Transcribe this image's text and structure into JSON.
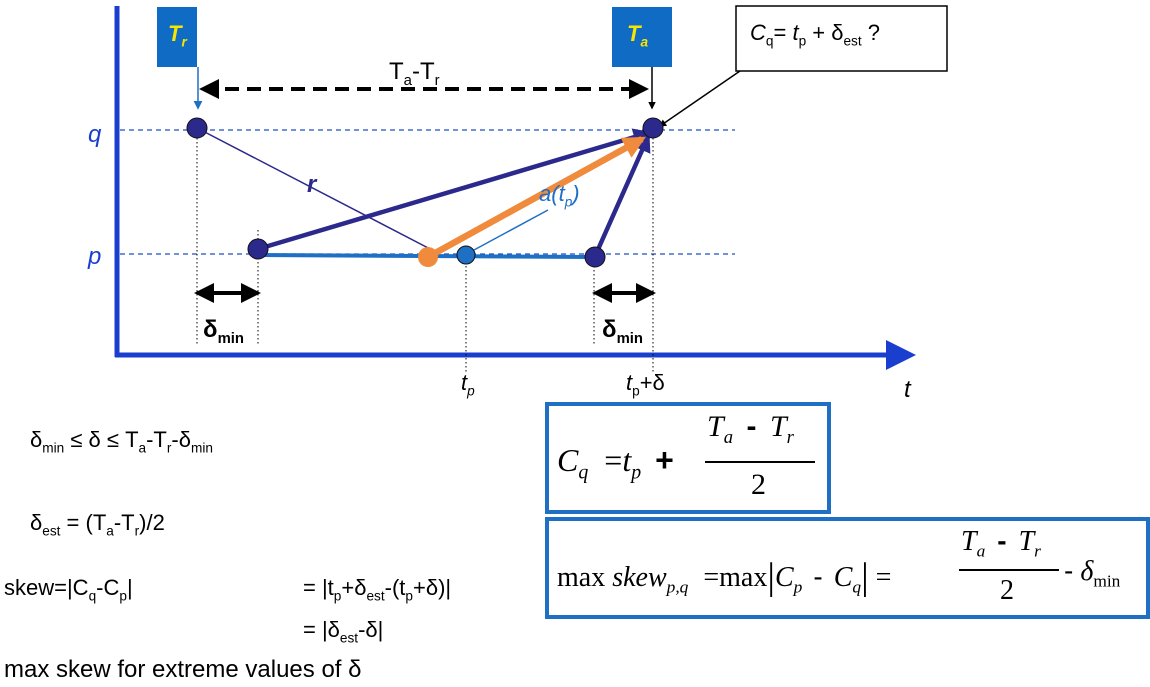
{
  "axes": {
    "q": "q",
    "p": "p",
    "t": "t"
  },
  "tr_box": {
    "main": "T",
    "sub": "r"
  },
  "ta_box": {
    "main": "T",
    "sub": "a"
  },
  "interval": {
    "a": "T",
    "a_sub": "a",
    "dash": "-",
    "b": "T",
    "b_sub": "r"
  },
  "r_label": "r",
  "a_label": {
    "pre": "a(",
    "t": "t",
    "t_sub": "p",
    "post": ")"
  },
  "delta_left": {
    "main": "δ",
    "sub": "min"
  },
  "delta_right": {
    "main": "δ",
    "sub": "min"
  },
  "tick_tp": {
    "main": "t",
    "sub": "p"
  },
  "tick_tpd": {
    "main": "t",
    "sub": "p",
    "post": "+δ"
  },
  "question": {
    "c": "C",
    "c_sub": "q",
    "eq": "= ",
    "t": "t",
    "t_sub": "p",
    "plus": " + δ",
    "d_sub": "est",
    "q": " ?"
  },
  "formula1": {
    "d1": "δ",
    "d1_sub": "min",
    "mid": " ≤ δ ≤ T",
    "a_sub": "a",
    "dash": "-T",
    "r_sub": "r",
    "end": "-δ",
    "end_sub": "min"
  },
  "formula2": {
    "d": "δ",
    "d_sub": "est",
    "mid": " = (T",
    "a_sub": "a",
    "dash": "-T",
    "r_sub": "r",
    "end": ")/2"
  },
  "formula3": {
    "left": "skew=|C",
    "q_sub": "q",
    "mid": "-C",
    "p_sub": "p",
    "bar": "|"
  },
  "formula3b": {
    "a": "= |t",
    "p1": "p",
    "b": "+δ",
    "est": "est",
    "c": "-(t",
    "p2": "p",
    "d": "+δ)|"
  },
  "formula4": {
    "a": "= |δ",
    "est": "est",
    "b": "-δ|"
  },
  "formula5": "max skew for extreme values of δ",
  "box1": {
    "c": "C",
    "c_sub": "q",
    "eq": "=",
    "t": "t",
    "t_sub": "p",
    "plus": "+",
    "num_a": "T",
    "num_a_sub": "a",
    "minus": "-",
    "num_b": "T",
    "num_b_sub": "r",
    "den": "2"
  },
  "box2": {
    "max": "max",
    "skew": "skew",
    "skew_sub": "p,q",
    "eq": "=",
    "max2": "max",
    "cp": "C",
    "cp_sub": "p",
    "minus": "-",
    "cq": "C",
    "cq_sub": "q",
    "eq2": "=",
    "num_a": "T",
    "num_a_sub": "a",
    "minus2": "-",
    "num_b": "T",
    "num_b_sub": "r",
    "den": "2",
    "minus3": "-",
    "delta": "δ",
    "delta_sub": "min"
  },
  "colors": {
    "axis": "#1a3fcf",
    "box_fill": "#0f6bc4",
    "box_text": "#f7e600",
    "point": "#2b2a8c",
    "orange": "#f08a3c",
    "blue_line": "#1f6fc5"
  }
}
